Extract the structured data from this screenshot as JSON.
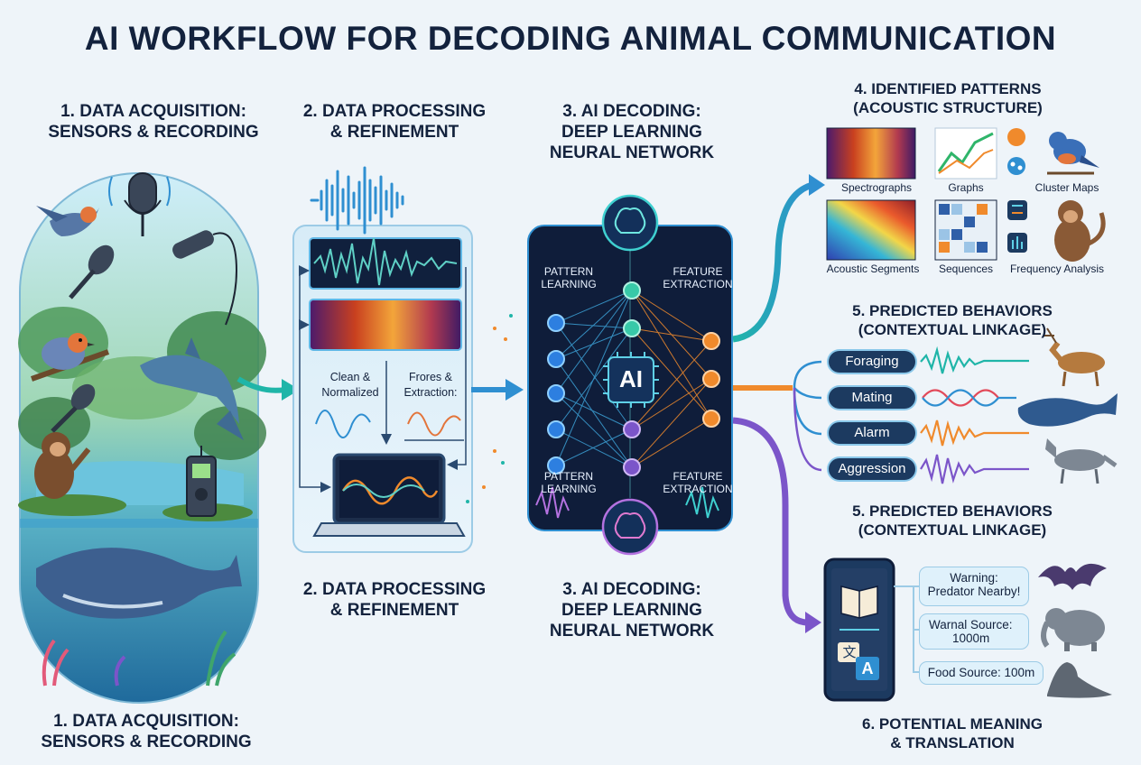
{
  "title": "AI WORKFLOW FOR DECODING ANIMAL COMMUNICATION",
  "stage1": {
    "heading_top": [
      "1. DATA ACQUISITION:",
      "SENSORS & RECORDING"
    ],
    "heading_bottom": [
      "1. DATA ACQUISITION:",
      "SENSORS & RECORDING"
    ]
  },
  "stage2": {
    "heading_top": [
      "2. DATA PROCESSING",
      "& REFINEMENT"
    ],
    "heading_bottom": [
      "2. DATA PROCESSING",
      "& REFINEMENT"
    ],
    "clean_label": [
      "Clean &",
      "Normalized"
    ],
    "extract_label": [
      "Frores &",
      "Extraction:"
    ]
  },
  "stage3": {
    "heading_top": [
      "3. AI DECODING:",
      "DEEP LEARNING",
      "NEURAL NETWORK"
    ],
    "heading_bottom": [
      "3. AI DECODING:",
      "DEEP LEARNING",
      "NEURAL NETWORK"
    ],
    "pattern_learning": [
      "PATTERN",
      "LEARNING"
    ],
    "feature_extraction": [
      "FEATURE",
      "EXTRACTION"
    ],
    "chip_label": "AI"
  },
  "stage4": {
    "heading": [
      "4. IDENTIFIED PATTERNS",
      "(ACOUSTIC STRUCTURE)"
    ],
    "items": [
      "Spectrographs",
      "Graphs",
      "Cluster Maps",
      "Acoustic Segments",
      "Sequences",
      "Frequency Analysis"
    ]
  },
  "stage5": {
    "heading_a": [
      "5. PREDICTED BEHAVIORS",
      "(CONTEXTUAL LINKAGE)"
    ],
    "heading_b": [
      "5. PREDICTED BEHAVIORS",
      "(CONTEXTUAL LINKAGE)"
    ],
    "behaviors": [
      "Foraging",
      "Mating",
      "Alarm",
      "Aggression"
    ]
  },
  "stage6": {
    "heading": [
      "6. POTENTIAL MEANING",
      "& TRANSLATION"
    ],
    "messages": [
      [
        "Warning:",
        "Predator Nearby!"
      ],
      [
        "Warnal Source:",
        "1000m"
      ],
      [
        "Food Source: 100m"
      ]
    ],
    "app_letter": "A",
    "app_glyph": "文"
  },
  "colors": {
    "navy": "#13223d",
    "teal": "#1fb5a8",
    "orange": "#f08a2c",
    "purple": "#7b55c9",
    "panel_dark": "#0f1d3a",
    "sky": "#cfe9f7"
  }
}
